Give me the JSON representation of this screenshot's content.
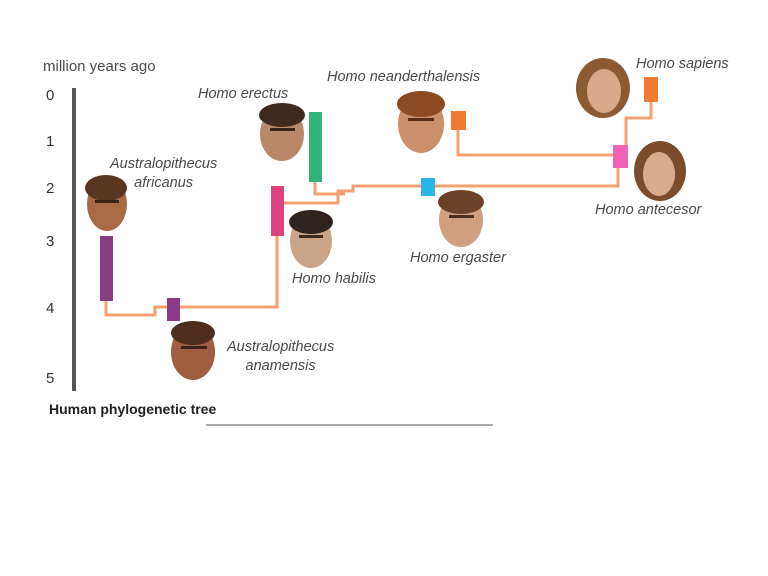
{
  "axis": {
    "title": "million years ago",
    "ticks": [
      "0",
      "1",
      "2",
      "3",
      "4",
      "5"
    ]
  },
  "species": {
    "australopithecus_africanus": [
      "Australopithecus",
      "africanus"
    ],
    "australopithecus_anamensis": [
      "Australopithecus",
      "anamensis"
    ],
    "homo_habilis": "Homo habilis",
    "homo_erectus": "Homo erectus",
    "homo_ergaster": "Homo ergaster",
    "homo_neanderthalensis": "Homo neanderthalensis",
    "homo_sapiens": "Homo sapiens",
    "homo_antecesor": "Homo antecesor"
  },
  "caption": "Human phylogenetic tree",
  "colors": {
    "branch": "#f4a06e",
    "axis": "#555555",
    "africanus": "#8a3b86",
    "anamensis": "#8a3b86",
    "habilis": "#e0427f",
    "erectus": "#33b27a",
    "ergaster": "#29b6e6",
    "neanderthalensis": "#f07a32",
    "sapiens": "#f07a32",
    "antecesor": "#ee63b6"
  }
}
